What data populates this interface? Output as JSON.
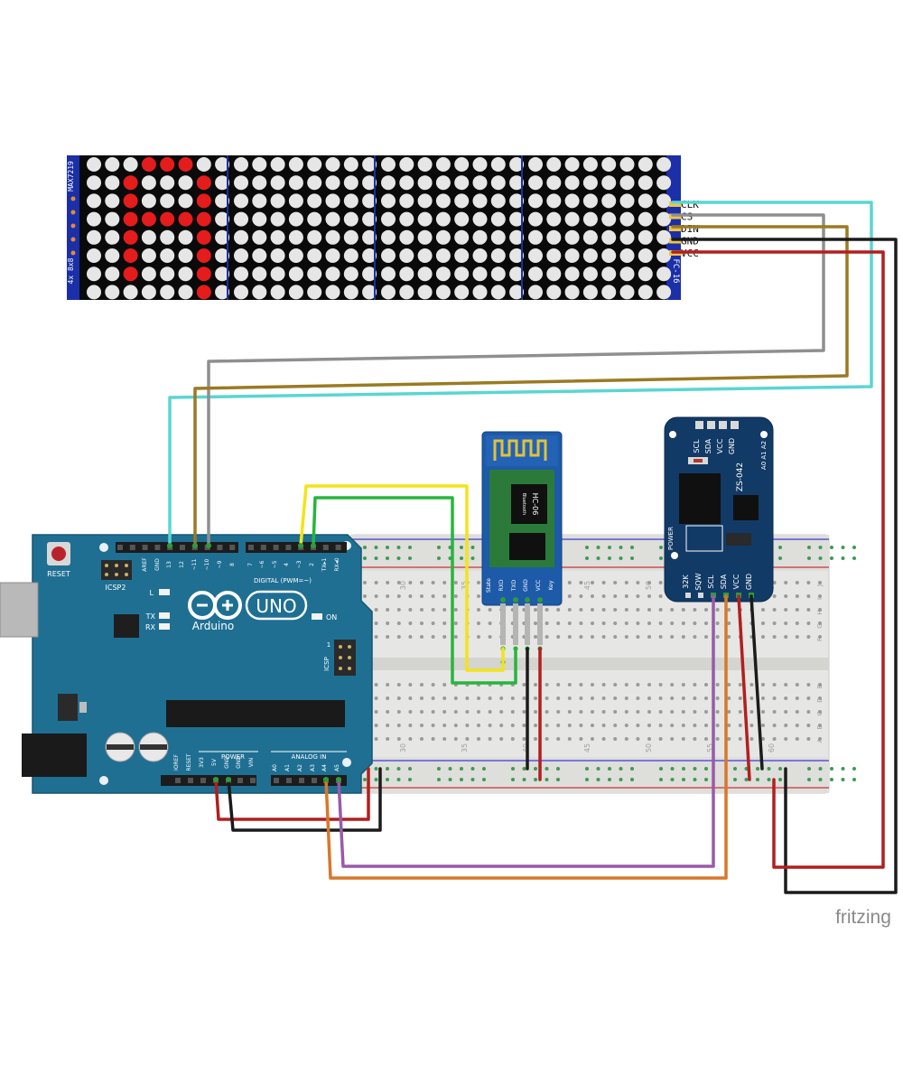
{
  "watermark": "fritzing",
  "matrix": {
    "side_label_1": "MAX7219",
    "side_label_2": "4x 8x8",
    "side_label_3": "FC-16",
    "pins": [
      "CLK",
      "CS",
      "DIN",
      "GND",
      "VCC"
    ],
    "lit_pixels": [
      [
        0,
        3
      ],
      [
        0,
        4
      ],
      [
        0,
        5
      ],
      [
        1,
        2
      ],
      [
        1,
        6
      ],
      [
        2,
        2
      ],
      [
        2,
        6
      ],
      [
        3,
        2
      ],
      [
        3,
        3
      ],
      [
        3,
        4
      ],
      [
        3,
        5
      ],
      [
        3,
        6
      ],
      [
        4,
        2
      ],
      [
        4,
        6
      ],
      [
        5,
        2
      ],
      [
        5,
        6
      ],
      [
        6,
        2
      ],
      [
        6,
        6
      ],
      [
        7,
        6
      ]
    ]
  },
  "arduino": {
    "reset": "RESET",
    "icsp2": "ICSP2",
    "icsp": "ICSP",
    "uno": "UNO",
    "brand": "Arduino",
    "led_l": "L",
    "led_tx": "TX",
    "led_rx": "RX",
    "on": "ON",
    "digital": "DIGITAL (PWM=~)",
    "top_pins": [
      "AREF",
      "GND",
      "13",
      "12",
      "~11",
      "~10",
      "~9",
      "8",
      "7",
      "~6",
      "~5",
      "4",
      "~3",
      "2",
      "TX▸1",
      "RX◂0"
    ],
    "power": "POWER",
    "analog": "ANALOG IN",
    "power_pins": [
      "IOREF",
      "RESET",
      "3V3",
      "5V",
      "GND",
      "GND",
      "VIN"
    ],
    "analog_pins": [
      "A0",
      "A1",
      "A2",
      "A3",
      "A4",
      "A5"
    ],
    "icsp_num": "1"
  },
  "breadboard": {
    "col_numbers": [
      "30",
      "35",
      "40",
      "45",
      "50",
      "55",
      "60"
    ],
    "row_letters_top": [
      "J",
      "I",
      "H",
      "G",
      "F"
    ],
    "row_letters_bottom": [
      "E",
      "D",
      "C",
      "B",
      "A"
    ]
  },
  "hc06": {
    "title": "HC-06",
    "sub": "Bluetooth",
    "pins": [
      "State",
      "RXD",
      "TXD",
      "GND",
      "VCC",
      "Key"
    ]
  },
  "rtc": {
    "title": "ZS-042",
    "addr": "A0 A1 A2",
    "top_pins": [
      "SCL",
      "SDA",
      "VCC",
      "GND"
    ],
    "bottom_pins": [
      "32K",
      "SQW",
      "SCL",
      "SDA",
      "VCC",
      "GND"
    ],
    "power": "POWER"
  },
  "colors": {
    "board_blue": "#1f6f93",
    "matrix_blue": "#1b2fa8",
    "rtc_blue": "#123a66",
    "wire_cyan": "#5ad6d0",
    "wire_gray": "#8f8f8f",
    "wire_brown": "#9a7a23",
    "wire_black": "#1b1b1b",
    "wire_red": "#b11f1f",
    "wire_yellow": "#f2e41a",
    "wire_green": "#27b53c",
    "wire_purple": "#9a5aa8",
    "wire_orange": "#d9772a"
  }
}
